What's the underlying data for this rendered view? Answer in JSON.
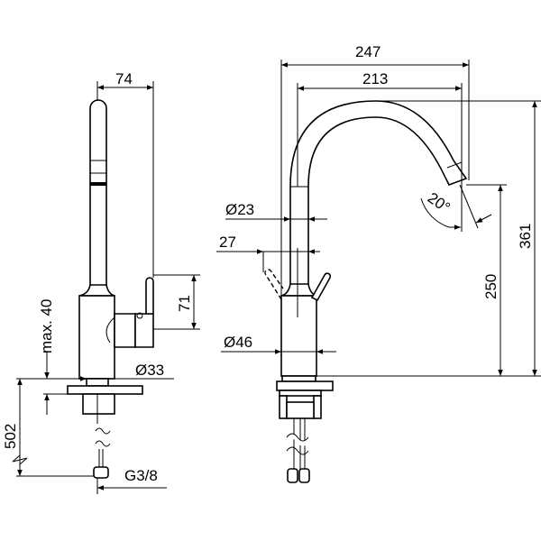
{
  "side_view": {
    "dim_width": "74",
    "dim_lever_height": "71",
    "dim_base_diameter": "Ø33",
    "dim_max_thickness": "max. 40",
    "dim_hose_length": "502",
    "dim_thread": "G3/8"
  },
  "front_view": {
    "dim_total_reach": "247",
    "dim_spout_reach": "213",
    "dim_spout_diameter": "Ø23",
    "dim_lever_offset": "27",
    "dim_body_diameter": "Ø46",
    "dim_spout_angle": "20°",
    "dim_outlet_height": "250",
    "dim_total_height": "361"
  }
}
